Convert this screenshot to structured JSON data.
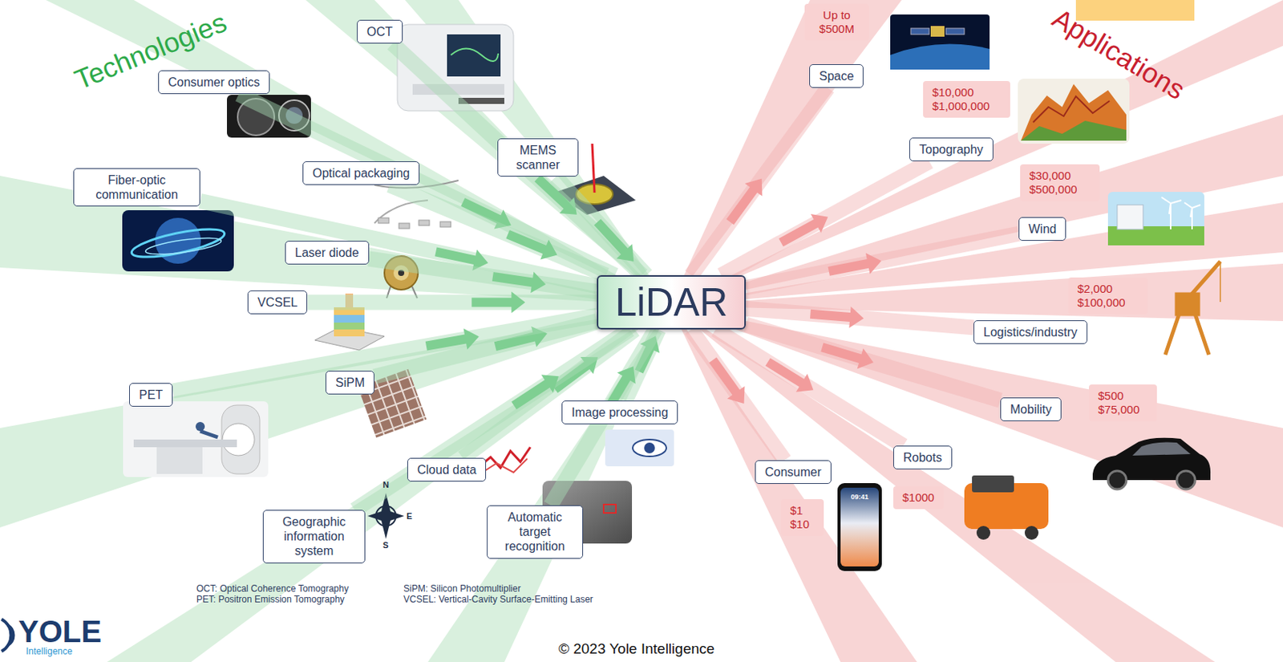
{
  "diagram": {
    "nodes": [
      {
        "text": [
          "OCT"
        ]
      },
      {
        "text": [
          "Consumer optics"
        ]
      },
      {
        "text": [
          "Fiber-optic communication"
        ]
      },
      {
        "text": [
          "Optical packaging"
        ]
      },
      {
        "text": [
          "MEMS scanner"
        ]
      },
      {
        "text": [
          "Laser diode"
        ]
      },
      {
        "text": [
          "VCSEL"
        ]
      },
      {
        "text": [
          "SiPM"
        ]
      },
      {
        "text": [
          "PET"
        ]
      },
      {
        "text": [
          "Image processing"
        ]
      },
      {
        "text": [
          "Cloud data"
        ]
      },
      {
        "text": [
          "Geographic information system"
        ]
      },
      {
        "text": [
          "Automatic target recognition"
        ]
      },
      {
        "text": [
          "LiDAR"
        ]
      },
      {
        "text": [
          "Up to $500M"
        ]
      },
      {
        "text": [
          "Space"
        ]
      },
      {
        "text": [
          "$10,000 $1,000,000"
        ]
      },
      {
        "text": [
          "Topography"
        ]
      },
      {
        "text": [
          "$30,000 $500,000"
        ]
      },
      {
        "text": [
          "Wind"
        ]
      },
      {
        "text": [
          "$2,000 $100,000"
        ]
      },
      {
        "text": [
          "Logistics/industry"
        ]
      },
      {
        "text": [
          "$500 $75,000"
        ]
      },
      {
        "text": [
          "Mobility"
        ]
      },
      {
        "text": [
          "Robots"
        ]
      },
      {
        "text": [
          "Consumer"
        ]
      },
      {
        "text": [
          "$1000"
        ]
      },
      {
        "text": [
          "$1 $10"
        ]
      }
    ],
    "edges": [
      {
        "from": 0,
        "to": 13,
        "arrow": "to"
      },
      {
        "from": 1,
        "to": 13,
        "arrow": "to"
      },
      {
        "from": 2,
        "to": 13,
        "arrow": "to"
      },
      {
        "from": 3,
        "to": 13,
        "arrow": "to"
      },
      {
        "from": 4,
        "to": 13,
        "arrow": "to"
      },
      {
        "from": 5,
        "to": 13,
        "arrow": "to"
      },
      {
        "from": 6,
        "to": 13,
        "arrow": "to"
      },
      {
        "from": 7,
        "to": 13,
        "arrow": "to"
      },
      {
        "from": 8,
        "to": 13,
        "arrow": "to"
      },
      {
        "from": 9,
        "to": 13,
        "arrow": "to"
      },
      {
        "from": 10,
        "to": 13,
        "arrow": "to"
      },
      {
        "from": 11,
        "to": 13,
        "arrow": "to"
      },
      {
        "from": 12,
        "to": 13,
        "arrow": "to"
      },
      {
        "from": 13,
        "to": 15,
        "arrow": "to"
      },
      {
        "from": 13,
        "to": 17,
        "arrow": "to"
      },
      {
        "from": 13,
        "to": 19,
        "arrow": "to"
      },
      {
        "from": 13,
        "to": 21,
        "arrow": "to"
      },
      {
        "from": 13,
        "to": 23,
        "arrow": "to"
      },
      {
        "from": 13,
        "to": 24,
        "arrow": "to"
      },
      {
        "from": 13,
        "to": 25,
        "arrow": "to"
      }
    ],
    "labels": [
      "Technologies",
      "Applications",
      "OCT: Optical Coherence Tomography",
      "PET: Positron Emission Tomography",
      "SiPM: Silicon Photomultiplier",
      "VCSEL: Vertical-Cavity Surface-Emitting Laser",
      "© 2023 Yole Intelligence",
      "YOLE",
      "Intelligence",
      "N",
      "E",
      "S",
      "09:41"
    ]
  }
}
